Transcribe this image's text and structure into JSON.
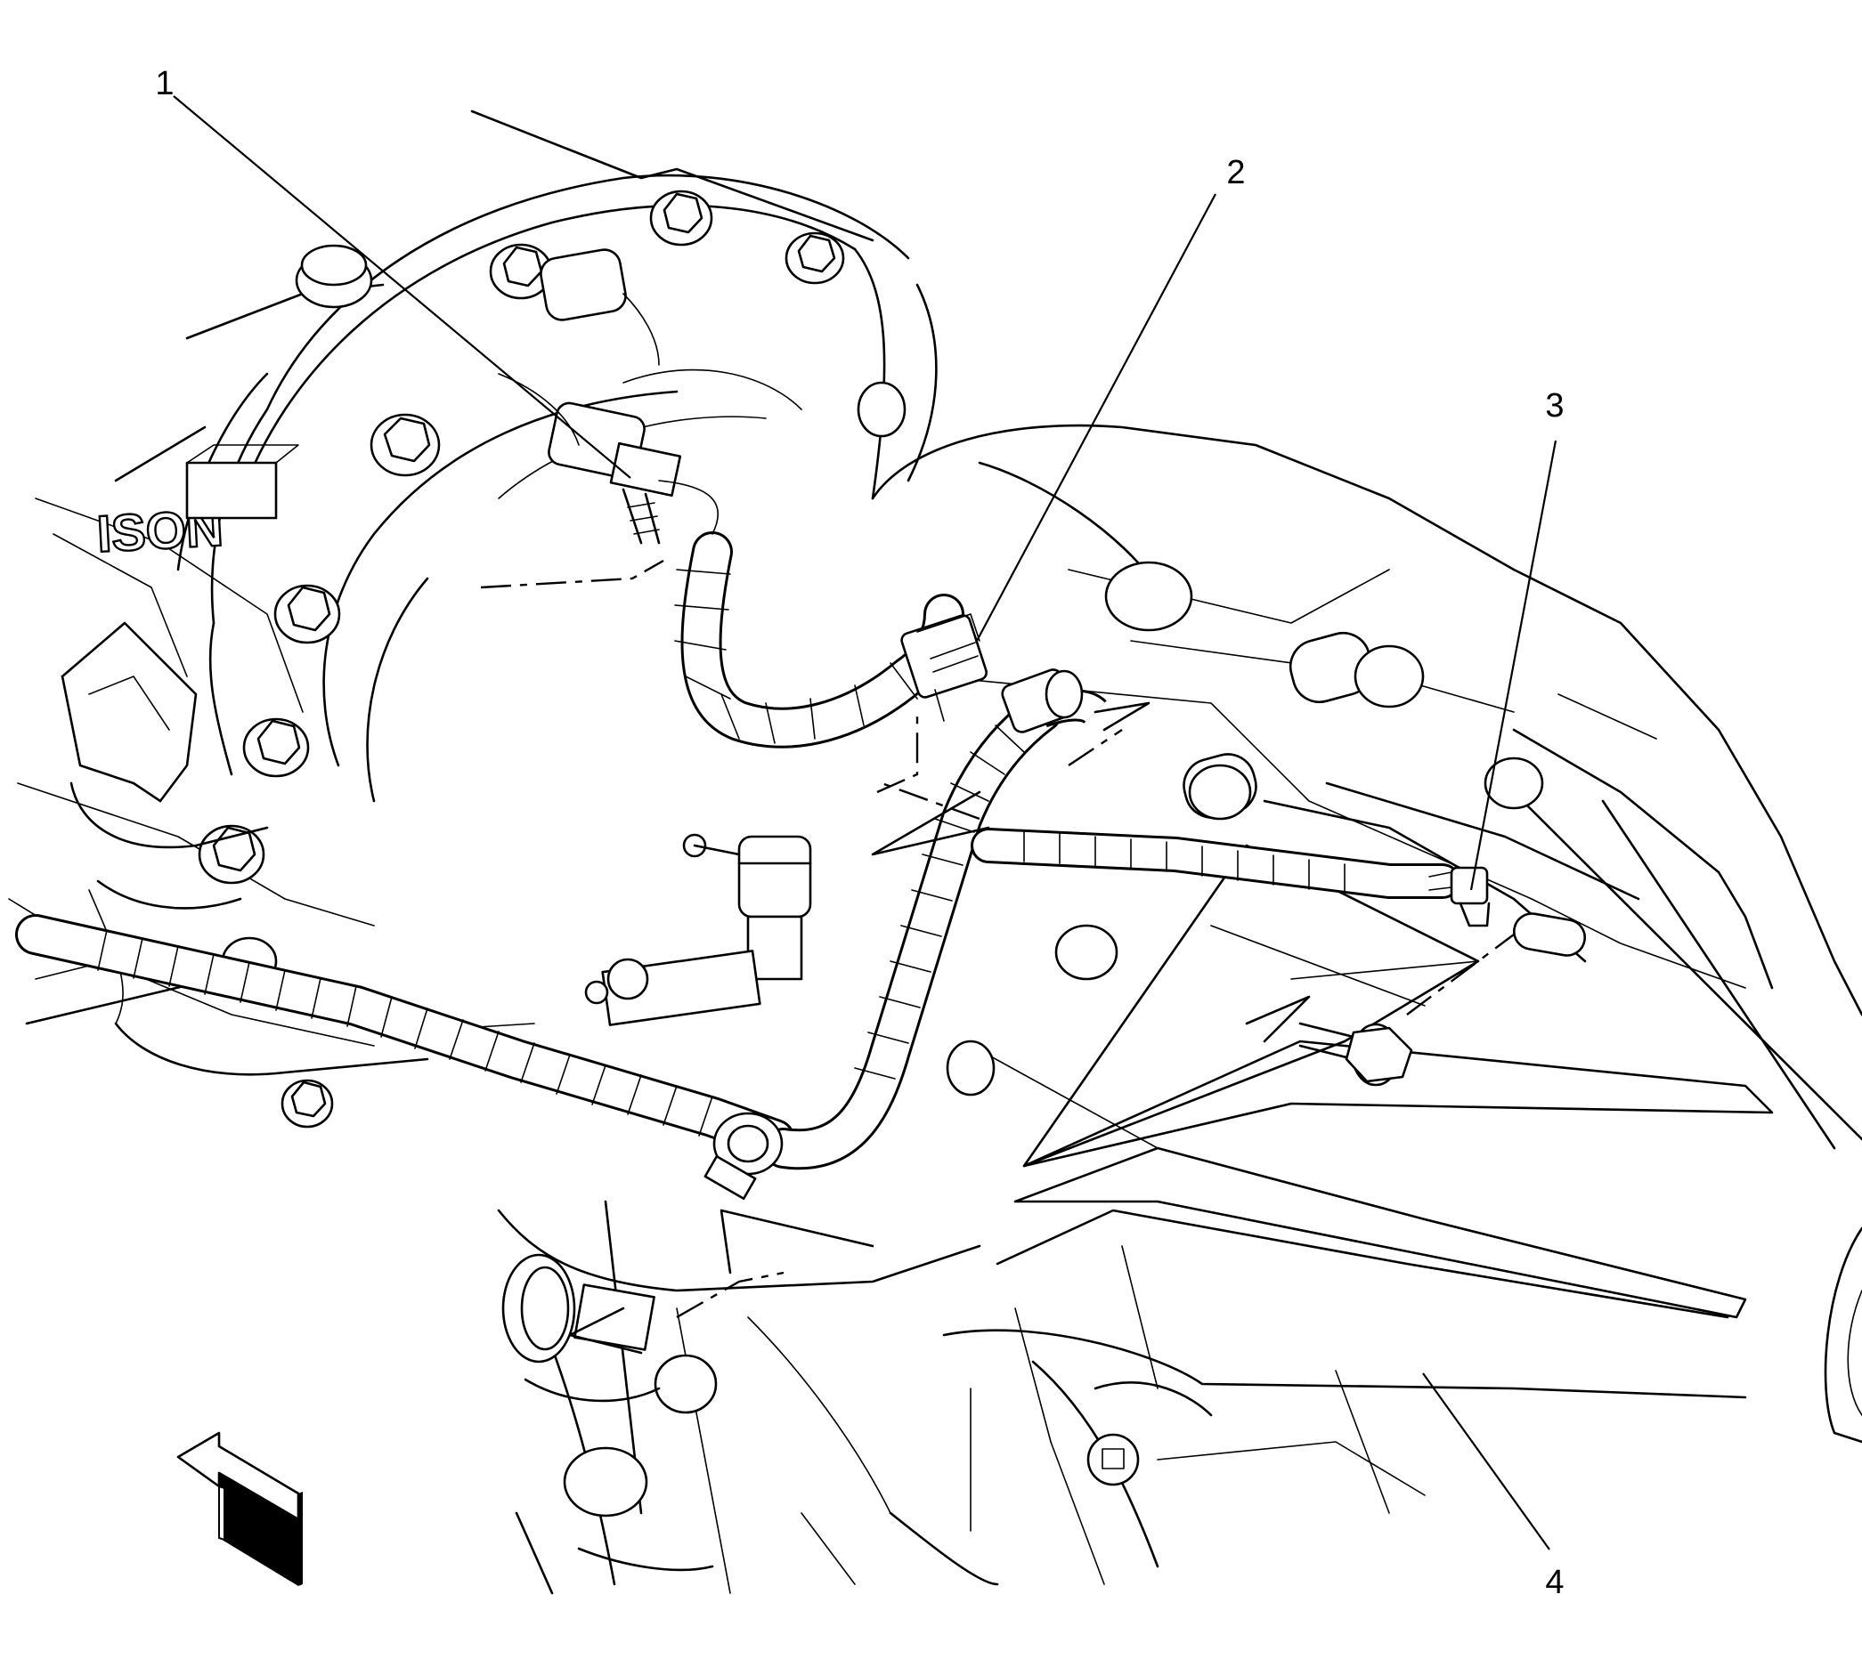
{
  "diagram": {
    "callouts": [
      {
        "id": "1",
        "label": "1"
      },
      {
        "id": "2",
        "label": "2"
      },
      {
        "id": "3",
        "label": "3"
      },
      {
        "id": "4",
        "label": "4"
      }
    ],
    "casting_text": "ISON",
    "direction_arrow": "front-arrow-icon"
  }
}
